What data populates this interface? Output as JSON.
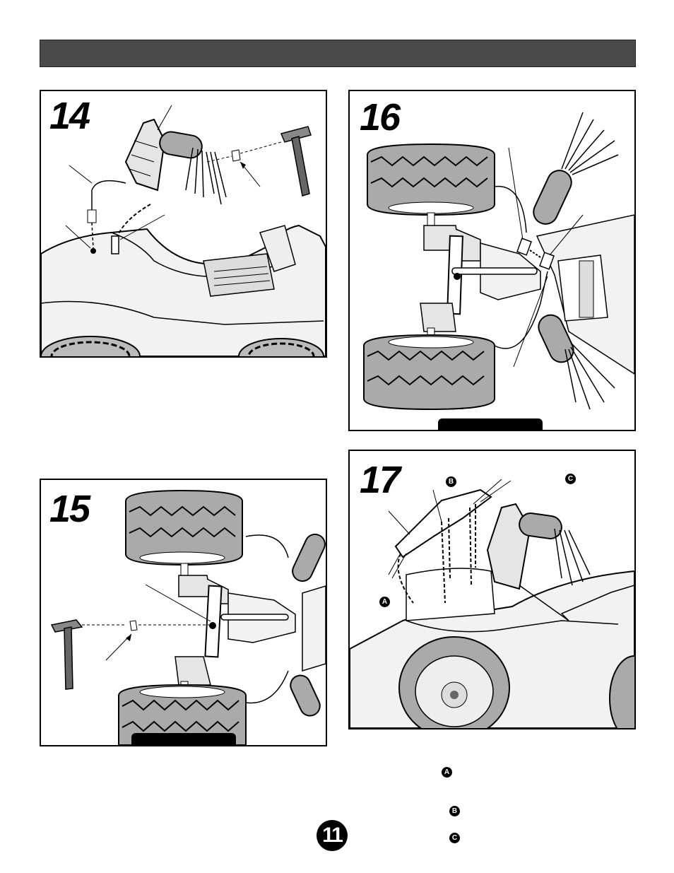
{
  "steps": {
    "s14": "14",
    "s15": "15",
    "s16": "16",
    "s17": "17"
  },
  "callouts": {
    "a": "A",
    "b": "B",
    "c": "C"
  },
  "page_number": "11",
  "icons": {
    "hammer": "hammer-icon",
    "tire": "tire-icon",
    "handlebar": "handlebar-icon"
  }
}
